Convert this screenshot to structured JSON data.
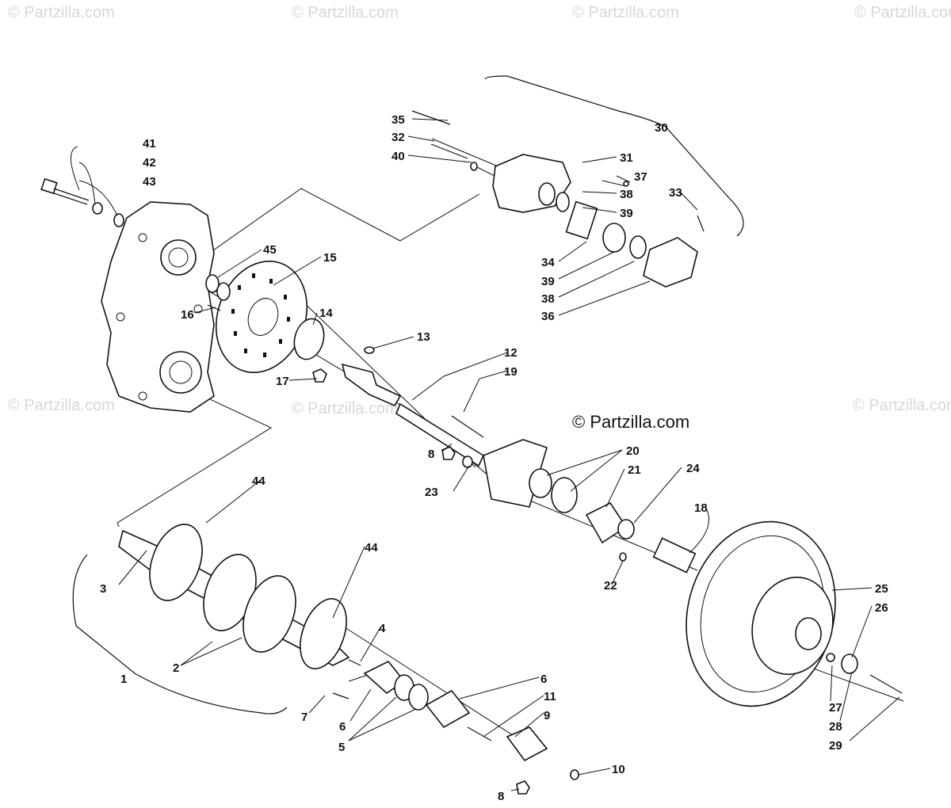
{
  "watermark": "© Partzilla.com",
  "copyright": "© Partzilla.com",
  "callouts": [
    "1",
    "2",
    "3",
    "4",
    "5",
    "6",
    "6",
    "7",
    "8",
    "8",
    "9",
    "10",
    "11",
    "12",
    "13",
    "14",
    "15",
    "16",
    "17",
    "18",
    "19",
    "20",
    "21",
    "22",
    "23",
    "24",
    "25",
    "26",
    "27",
    "28",
    "29",
    "30",
    "31",
    "32",
    "33",
    "34",
    "35",
    "36",
    "37",
    "38",
    "38",
    "39",
    "39",
    "40",
    "41",
    "42",
    "43",
    "44",
    "44",
    "45"
  ]
}
